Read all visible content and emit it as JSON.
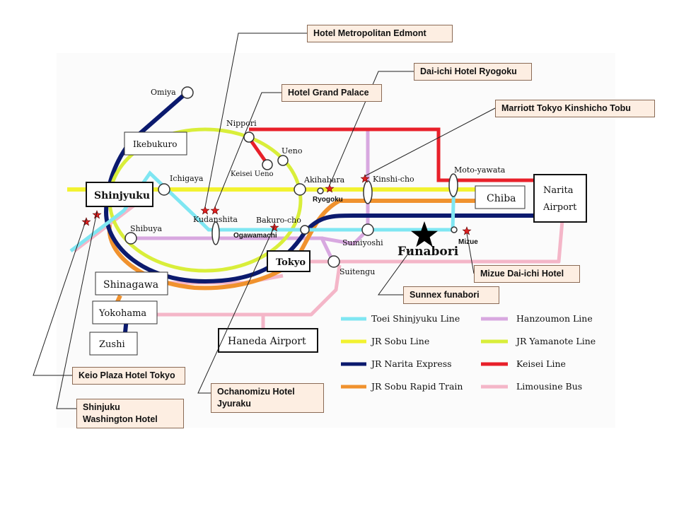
{
  "colors": {
    "toei_shinjyuku": "#7fe6f2",
    "jr_sobu": "#f2f230",
    "jr_narita_express": "#0b1a6e",
    "jr_sobu_rapid": "#f0922e",
    "hanzoumon": "#d8a8e0",
    "jr_yamanote": "#d9ee3a",
    "keisei": "#e8202a",
    "limousine_bus": "#f4b6c8",
    "callout_bg": "#fdeee2",
    "hotel_star": "#e02020"
  },
  "stations": {
    "omiya": "Omiya",
    "ikebukuro": "Ikebukuro",
    "nippori": "Nippori",
    "ueno": "Ueno",
    "keisei_ueno": "Keisei Ueno",
    "ichigaya": "Ichigaya",
    "akihabara": "Akihabara",
    "kinshicho": "Kinshi-cho",
    "motoyawata": "Moto-yawata",
    "shinjyuku": "Shinjyuku",
    "chiba": "Chiba",
    "narita_line1": "Narita",
    "narita_line2": "Airport",
    "ryogoku": "Ryogoku",
    "kudanshita": "Kudanshita",
    "bakurocho": "Bakuro-cho",
    "ogawamachi": "Ogawamachi",
    "shibuya": "Shibuya",
    "sumiyoshi": "Sumiyoshi",
    "mizue": "Mizue",
    "funabori": "Funabori",
    "tokyo": "Tokyo",
    "suitengu": "Suitengu",
    "shinagawa": "Shinagawa",
    "yokohama": "Yokohama",
    "zushi": "Zushi",
    "haneda": "Haneda Airport"
  },
  "legend": {
    "items": [
      {
        "label": "Toei Shinjyuku Line",
        "color": "#7fe6f2"
      },
      {
        "label": "JR Sobu  Line",
        "color": "#f2f230"
      },
      {
        "label": "JR Narita Express",
        "color": "#0b1a6e"
      },
      {
        "label": "JR Sobu Rapid Train",
        "color": "#f0922e"
      },
      {
        "label": "Hanzoumon  Line",
        "color": "#d8a8e0"
      },
      {
        "label": "JR Yamanote Line",
        "color": "#d9ee3a"
      },
      {
        "label": "Keisei Line",
        "color": "#e8202a"
      },
      {
        "label": "Limousine Bus",
        "color": "#f4b6c8"
      }
    ]
  },
  "hotels": {
    "metropolitan_edmont": "Hotel Metropolitan Edmont",
    "daiichi_ryogoku": "Dai-ichi Hotel Ryogoku",
    "grand_palace": "Hotel Grand Palace",
    "marriott_kinshicho": "Marriott Tokyo Kinshicho Tobu",
    "mizue_daiichi": "Mizue Dai-ichi Hotel",
    "sunnex_funabori": "Sunnex funabori",
    "keio_plaza": "Keio Plaza Hotel Tokyo",
    "ochanomizu_line1": "Ochanomizu Hotel",
    "ochanomizu_line2": "Jyuraku",
    "shinjuku_washington_line1": "Shinjuku",
    "shinjuku_washington_line2": "Washington Hotel"
  }
}
